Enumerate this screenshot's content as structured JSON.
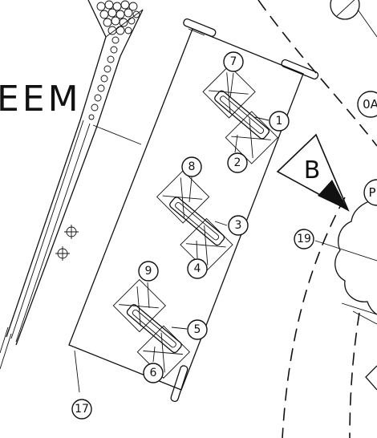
{
  "plan": {
    "street_label": "EEM",
    "section_marker": "B",
    "edge_labels": [
      "0A",
      "P"
    ],
    "callouts": [
      "7",
      "1",
      "2",
      "8",
      "3",
      "4",
      "9",
      "5",
      "6",
      "17",
      "19"
    ]
  }
}
